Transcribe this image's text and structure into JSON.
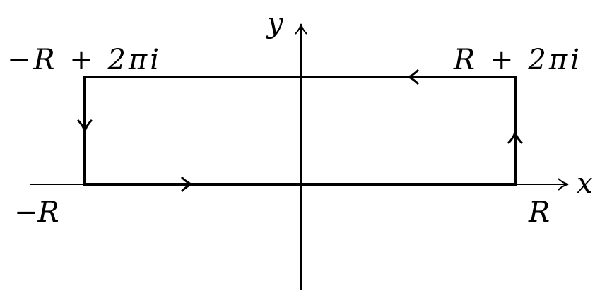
{
  "labels": {
    "y_axis": "y",
    "x_axis": "x",
    "top_left": "−R + 2πi",
    "top_right": "R + 2πi",
    "bottom_left": "−R",
    "bottom_right": "R"
  },
  "colors": {
    "stroke": "#000000",
    "background": "#ffffff"
  }
}
